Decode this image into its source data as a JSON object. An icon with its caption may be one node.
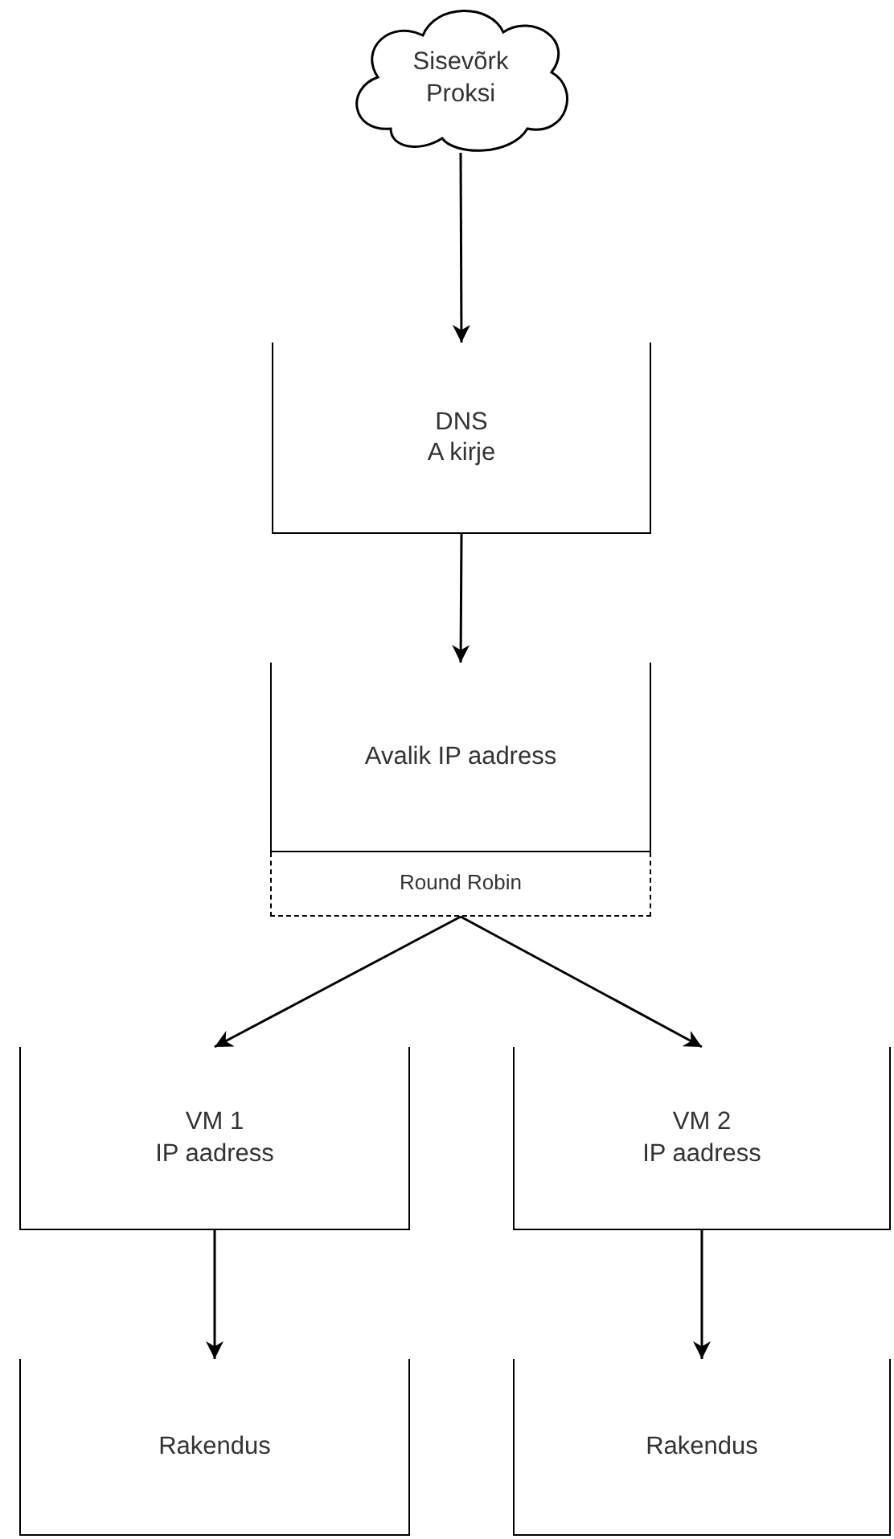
{
  "diagram": {
    "nodes": [
      {
        "text": [
          "Sisevõrk Proksi"
        ]
      },
      {
        "text": [
          "DNS A kirje"
        ]
      },
      {
        "text": [
          "Avalik IP aadress"
        ]
      },
      {
        "text": [
          "Round Robin"
        ]
      },
      {
        "text": [
          "VM 1 IP aadress"
        ]
      },
      {
        "text": [
          "VM 2 IP aadress"
        ]
      },
      {
        "text": [
          "Rakendus"
        ]
      },
      {
        "text": [
          "Rakendus"
        ]
      }
    ],
    "edges": [
      {
        "from": 0,
        "to": 1,
        "arrow": "to"
      },
      {
        "from": 1,
        "to": 2,
        "arrow": "to"
      },
      {
        "from": 3,
        "to": 4,
        "arrow": "to"
      },
      {
        "from": 3,
        "to": 5,
        "arrow": "to"
      },
      {
        "from": 4,
        "to": 6,
        "arrow": "to"
      },
      {
        "from": 5,
        "to": 7,
        "arrow": "to"
      }
    ]
  }
}
